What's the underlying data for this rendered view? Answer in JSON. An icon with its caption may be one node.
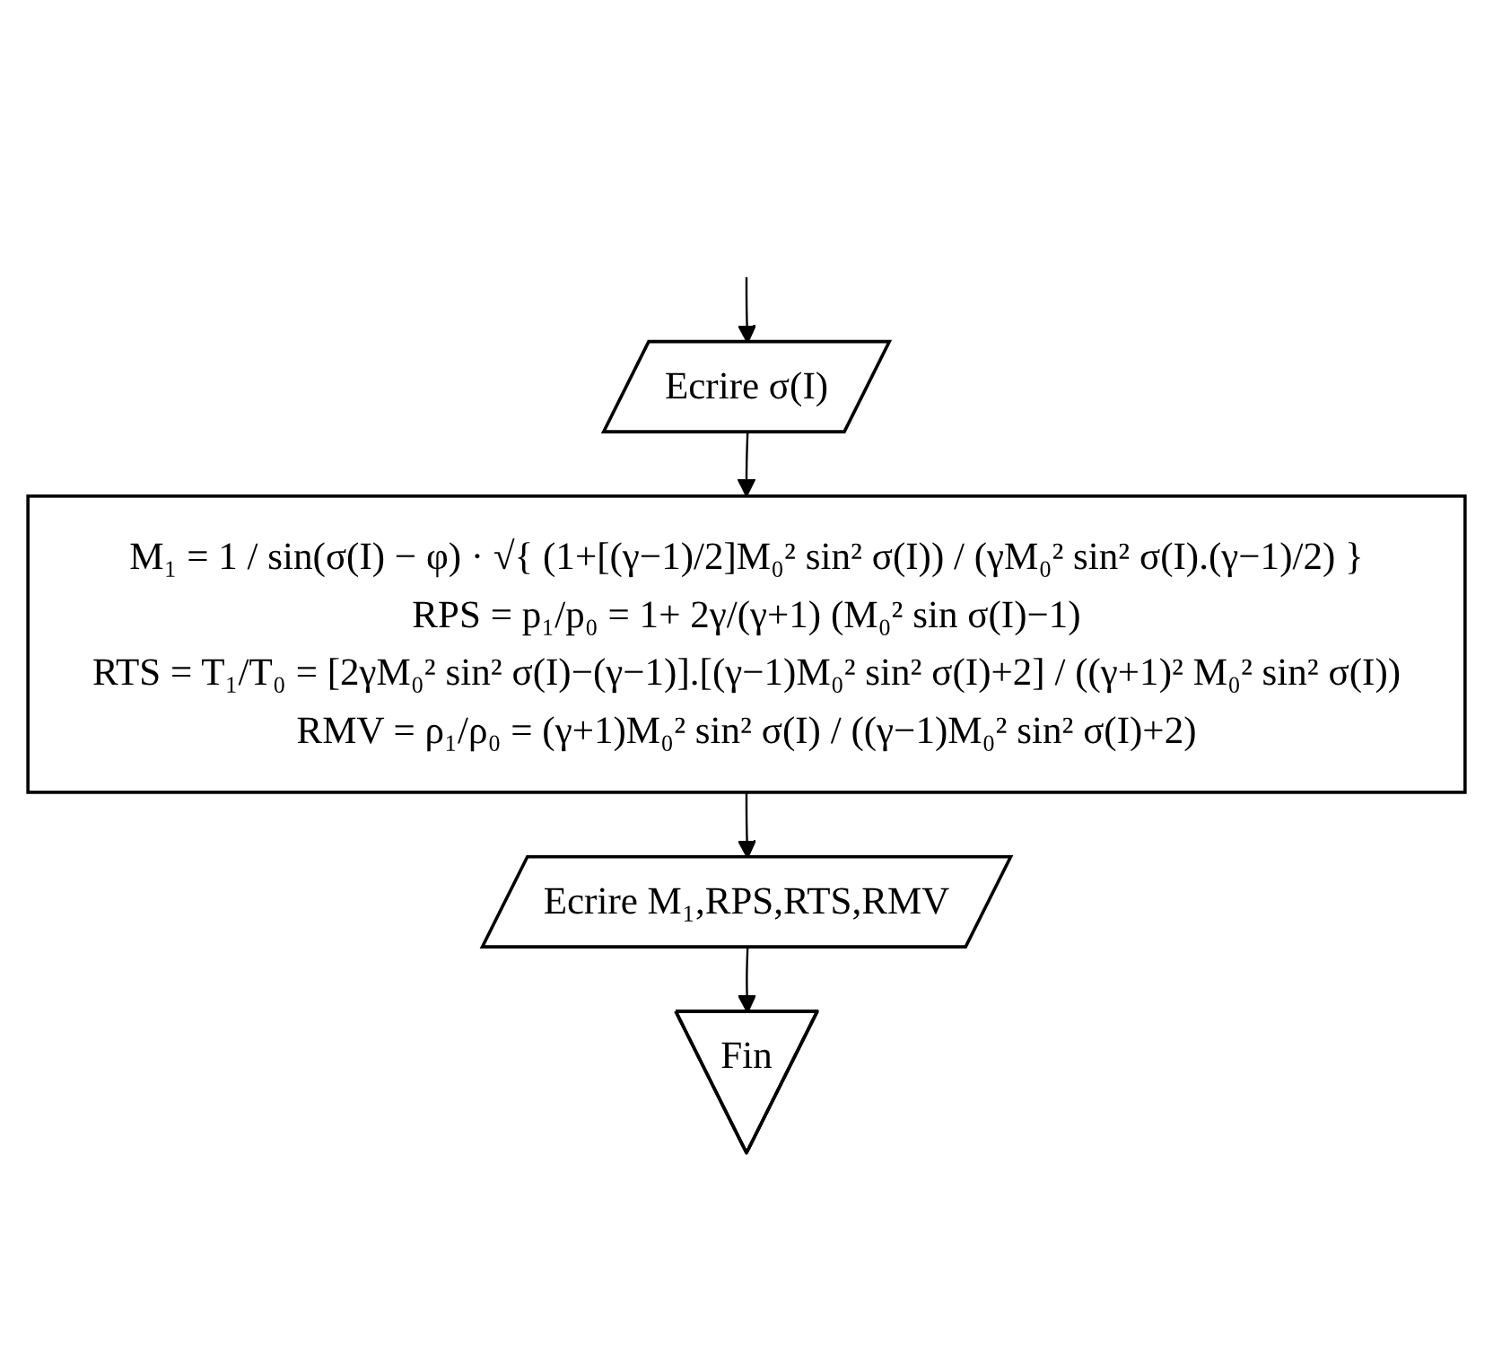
{
  "diagram": {
    "nodes": [
      {
        "text": [
          "Ecrire σ(I)"
        ]
      },
      {
        "text": [
          "M₁ = 1 / sin(σ(I) − φ) · √{ (1+[(γ−1)/2]M₀² sin² σ(I)) / (γM₀² sin² σ(I).(γ−1)/2) }",
          "RPS = p₁/p₀ = 1+ 2γ/(γ+1) (M₀² sin σ(I)−1)",
          "RTS = T₁/T₀ = [2γM₀² sin² σ(I)−(γ−1)].[(γ−1)M₀² sin² σ(I)+2] / ((γ+1)² M₀² sin² σ(I))",
          "RMV = ρ₁/ρ₀ = (γ+1)M₀² sin² σ(I) / ((γ−1)M₀² sin² σ(I)+2)"
        ]
      },
      {
        "text": [
          "Ecrire M₁,RPS,RTS,RMV"
        ]
      },
      {
        "text": [
          "Fin"
        ]
      }
    ],
    "edges": [
      {
        "from": null,
        "to": 0,
        "arrow": "to"
      },
      {
        "from": 0,
        "to": 1,
        "arrow": "to"
      },
      {
        "from": 1,
        "to": 2,
        "arrow": "to"
      },
      {
        "from": 2,
        "to": 3,
        "arrow": "to"
      }
    ]
  }
}
